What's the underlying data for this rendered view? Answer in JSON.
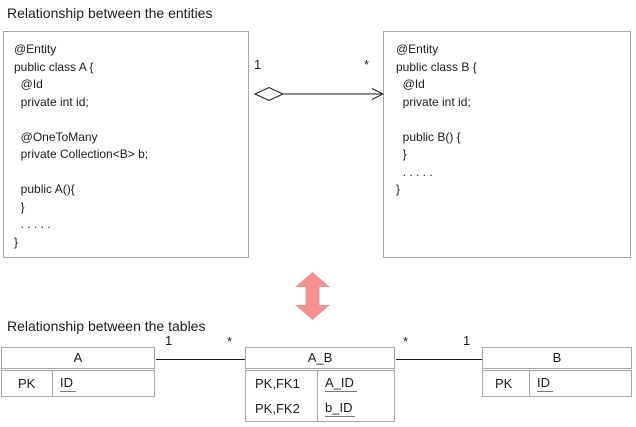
{
  "entities": {
    "title": "Relationship between the entities",
    "class_a": {
      "code": "@Entity\npublic class A {\n  @Id\n  private int id;\n\n  @OneToMany\n  private Collection<B> b;\n\n  public A(){\n  }\n  . . . . .\n}"
    },
    "class_b": {
      "code": "@Entity\npublic class B {\n  @Id\n  private int id;\n\n  public B() {\n  }\n  . . . . .\n}"
    },
    "association": {
      "one": "1",
      "many": "*"
    }
  },
  "transform": {
    "arrow_color": "#f4918e"
  },
  "tables": {
    "title": "Relationship between the tables",
    "table_a": {
      "name": "A",
      "rows": [
        {
          "key": "PK",
          "column": "ID"
        }
      ]
    },
    "table_ab": {
      "name": "A_B",
      "rows": [
        {
          "key": "PK,FK1",
          "column": "A_ID"
        },
        {
          "key": "PK,FK2",
          "column": "b_ID"
        }
      ]
    },
    "table_b": {
      "name": "B",
      "rows": [
        {
          "key": "PK",
          "column": "ID"
        }
      ]
    },
    "relation_a_ab": {
      "one": "1",
      "many": "*"
    },
    "relation_ab_b": {
      "many": "*",
      "one": "1"
    }
  }
}
